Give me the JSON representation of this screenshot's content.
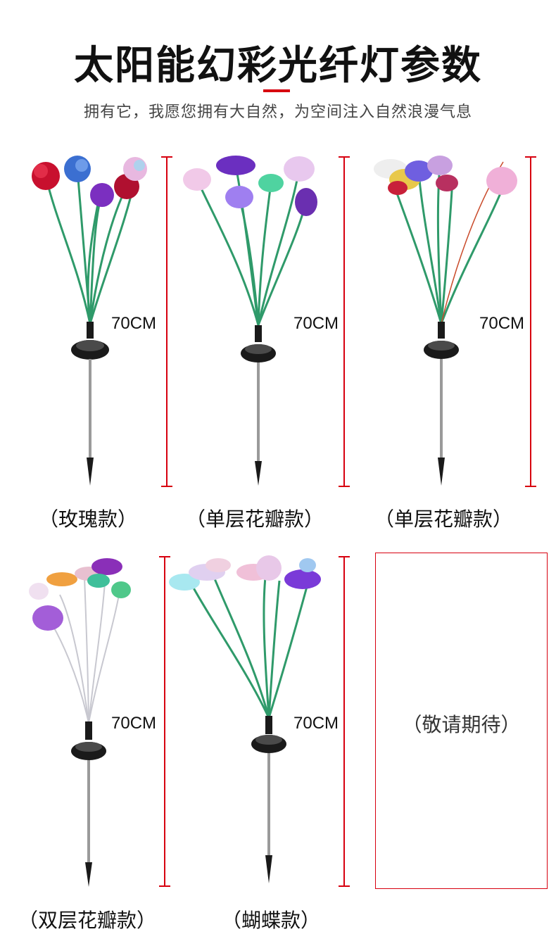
{
  "header": {
    "title": "太阳能幻彩光纤灯参数",
    "subtitle": "拥有它，我愿您拥有大自然，为空间注入自然浪漫气息"
  },
  "products": [
    {
      "caption": "（玫瑰款）",
      "height_label": "70CM",
      "style": "rose"
    },
    {
      "caption": "（单层花瓣款）",
      "height_label": "70CM",
      "style": "single-petal"
    },
    {
      "caption": "（单层花瓣款）",
      "height_label": "70CM",
      "style": "single-petal"
    },
    {
      "caption": "（双层花瓣款）",
      "height_label": "70CM",
      "style": "double-petal"
    },
    {
      "caption": "（蝴蝶款）",
      "height_label": "70CM",
      "style": "butterfly"
    }
  ],
  "coming_soon": {
    "text": "（敬请期待）"
  },
  "colors": {
    "accent_red": "#d7000f",
    "stem_green": "#2f9a6a",
    "base_black": "#1a1a1a"
  }
}
